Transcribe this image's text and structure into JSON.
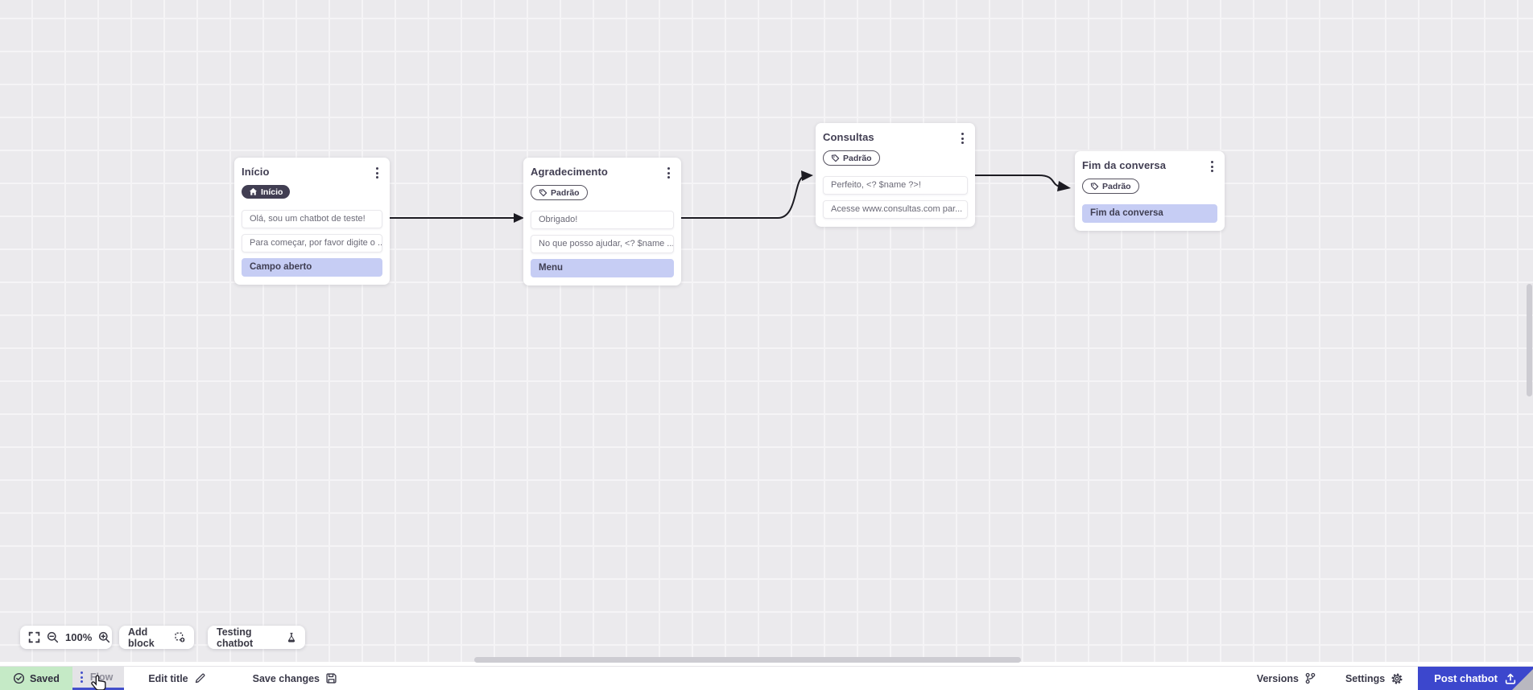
{
  "nodes": [
    {
      "title": "Início",
      "badge": "Início",
      "messages": [
        "Olá, sou um chatbot de teste!",
        "Para começar, por favor digite o ..."
      ],
      "action": "Campo aberto"
    },
    {
      "title": "Agradecimento",
      "badge": "Padrão",
      "messages": [
        "Obrigado!",
        "No que posso ajudar, <? $name ..."
      ],
      "action": "Menu"
    },
    {
      "title": "Consultas",
      "badge": "Padrão",
      "messages": [
        "Perfeito, <? $name ?>!",
        "Acesse www.consultas.com par..."
      ]
    },
    {
      "title": "Fim da conversa",
      "badge": "Padrão",
      "action": "Fim da conversa"
    }
  ],
  "toolbar": {
    "zoom_level": "100%",
    "add_block": "Add block",
    "testing_chatbot": "Testing chatbot"
  },
  "bottom_bar": {
    "saved": "Saved",
    "flow": "Flow",
    "edit_title": "Edit title",
    "save_changes": "Save changes",
    "versions": "Versions",
    "settings": "Settings",
    "post_chatbot": "Post chatbot"
  },
  "colors": {
    "accent_blue": "#4350cb",
    "post_button_blue": "#3c47cd",
    "saved_green": "#c5eac6",
    "action_lavender": "#c6cdf4",
    "badge_dark": "#413e52",
    "canvas_bg": "#ebeaed"
  }
}
